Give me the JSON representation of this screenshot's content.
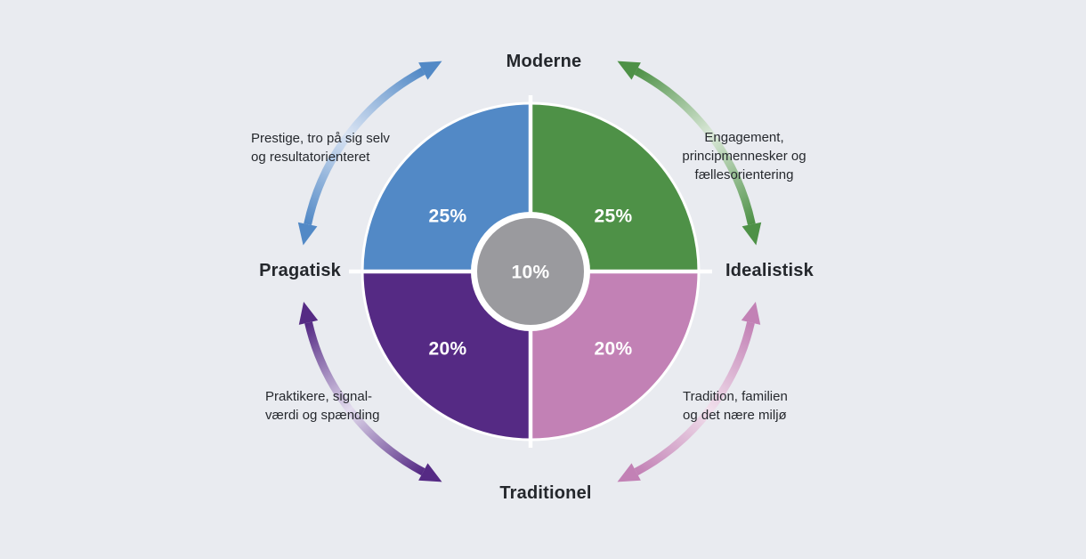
{
  "background_color": "#E9EBF0",
  "text_color": "#26292e",
  "chart_data": {
    "type": "pie",
    "subtype": "quadrant-donut-with-center",
    "title": "",
    "total_visible_pct": 100,
    "axes": {
      "top": "Moderne",
      "right": "Idealistisk",
      "bottom": "Traditionel",
      "left": "Pragatisk"
    },
    "segments": [
      {
        "quadrant": "top-left",
        "axis_pair": "Moderne / Pragatisk",
        "value_pct": 25,
        "pct_label": "25%",
        "color": "#5289C6",
        "description": "Prestige, tro på sig selv og resultatorienteret"
      },
      {
        "quadrant": "top-right",
        "axis_pair": "Moderne / Idealistisk",
        "value_pct": 25,
        "pct_label": "25%",
        "color": "#4E9147",
        "description": "Engagement, principmennesker og fællesorientering"
      },
      {
        "quadrant": "bottom-left",
        "axis_pair": "Pragatisk / Traditionel",
        "value_pct": 20,
        "pct_label": "20%",
        "color": "#552A84",
        "description": "Praktikere, signal-værdi og spænding"
      },
      {
        "quadrant": "bottom-right",
        "axis_pair": "Idealistisk / Traditionel",
        "value_pct": 20,
        "pct_label": "20%",
        "color": "#C281B5",
        "description": "Tradition, familien og det nære miljø"
      },
      {
        "quadrant": "center",
        "axis_pair": "Center",
        "value_pct": 10,
        "pct_label": "10%",
        "color": "#9A9A9E"
      }
    ]
  },
  "annotations": {
    "top_left": {
      "lines": [
        "Prestige, tro på sig selv",
        "og resultatorienteret"
      ]
    },
    "top_right": {
      "lines": [
        "Engagement,",
        "principmennesker og",
        "fællesorientering"
      ]
    },
    "bottom_left": {
      "lines": [
        "Praktikere, signal-",
        "værdi og spænding"
      ]
    },
    "bottom_right": {
      "lines": [
        "Tradition, familien",
        "og det nære miljø"
      ]
    }
  },
  "arrow_fade_colors": {
    "blue": "#DAE4F3",
    "green": "#DCE9DA",
    "purple": "#E3DCEE",
    "pink": "#F1E0EC"
  }
}
